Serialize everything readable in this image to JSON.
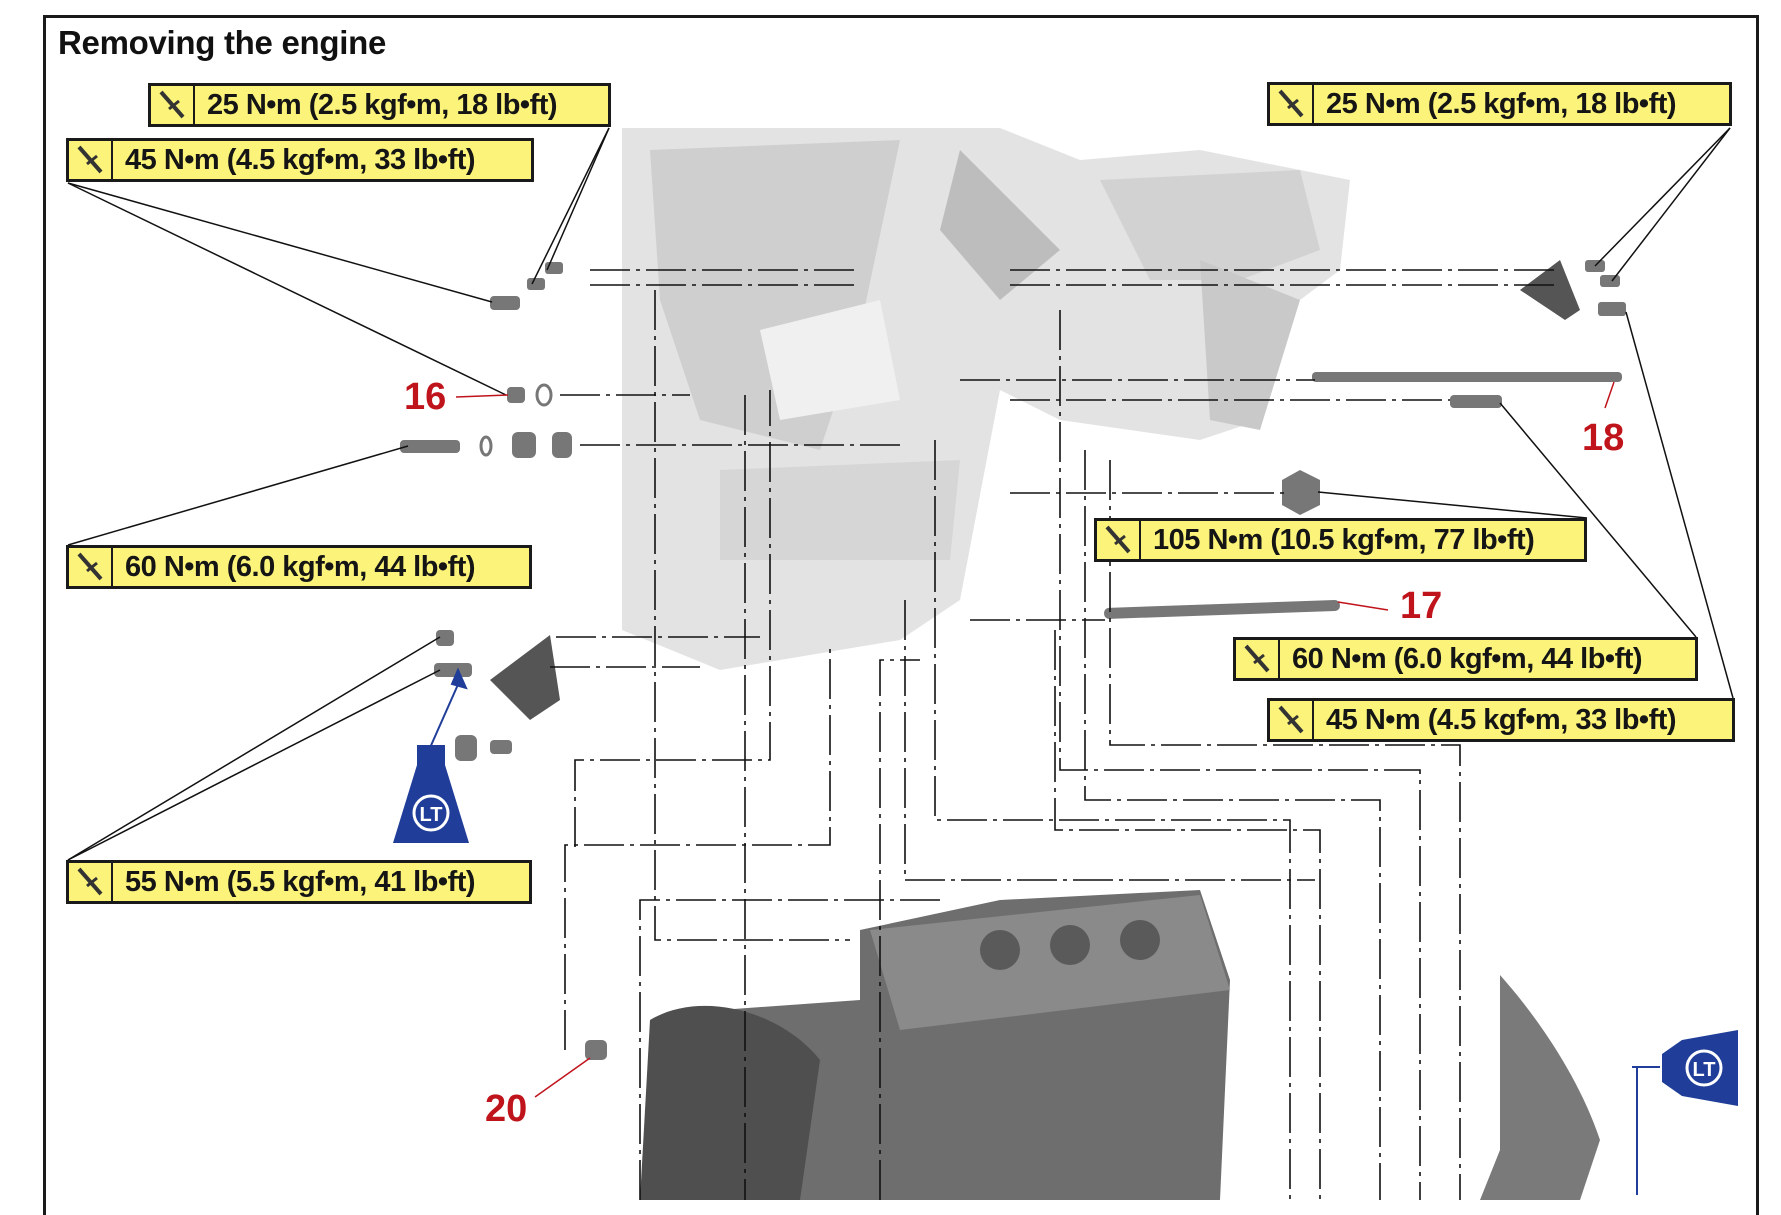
{
  "title": "Removing the engine",
  "torque_specs": [
    {
      "id": "t1",
      "text": "25 N•m (2.5 kgf•m, 18 lb•ft)",
      "icon": "torque-wrench-icon"
    },
    {
      "id": "t2",
      "text": "45 N•m (4.5 kgf•m, 33 lb•ft)",
      "icon": "torque-wrench-icon"
    },
    {
      "id": "t3",
      "text": "60 N•m (6.0 kgf•m, 44 lb•ft)",
      "icon": "torque-wrench-icon"
    },
    {
      "id": "t4",
      "text": "55 N•m (5.5 kgf•m, 41 lb•ft)",
      "icon": "torque-wrench-icon"
    },
    {
      "id": "t5",
      "text": "25 N•m (2.5 kgf•m, 18 lb•ft)",
      "icon": "torque-wrench-icon"
    },
    {
      "id": "t6",
      "text": "105 N•m (10.5 kgf•m, 77 lb•ft)",
      "icon": "torque-wrench-icon"
    },
    {
      "id": "t7",
      "text": "60 N•m (6.0 kgf•m, 44 lb•ft)",
      "icon": "torque-wrench-icon"
    },
    {
      "id": "t8",
      "text": "45 N•m (4.5 kgf•m, 33 lb•ft)",
      "icon": "torque-wrench-icon"
    }
  ],
  "callouts": [
    "16",
    "18",
    "17",
    "20"
  ],
  "lt_label": "LT",
  "colors": {
    "torque_bg": "#fbf37a",
    "callout": "#c0141c",
    "lt": "#1f3d99",
    "frame_gray": "#d9d9d9",
    "engine_gray": "#6e6e6e"
  }
}
